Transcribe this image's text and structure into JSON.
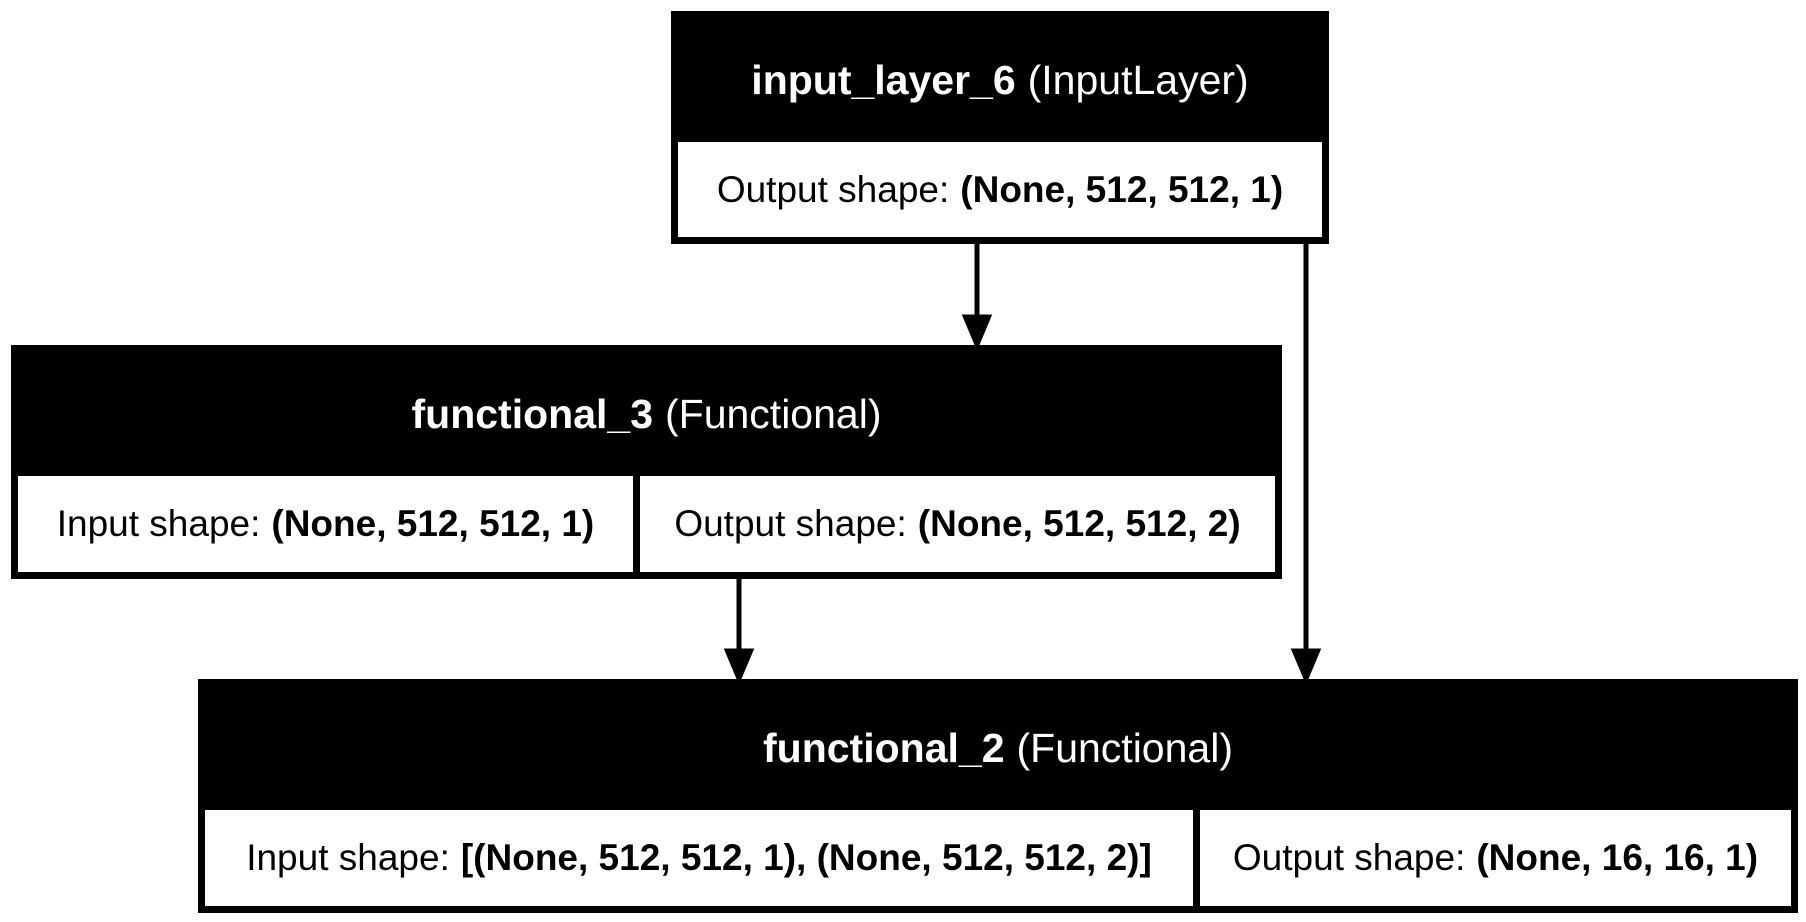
{
  "nodes": {
    "input_layer": {
      "name": "input_layer_6",
      "type": "(InputLayer)",
      "output_label": "Output shape:",
      "output_shape": "(None, 512, 512, 1)"
    },
    "functional_3": {
      "name": "functional_3",
      "type": "(Functional)",
      "input_label": "Input shape:",
      "input_shape": "(None, 512, 512, 1)",
      "output_label": "Output shape:",
      "output_shape": "(None, 512, 512, 2)"
    },
    "functional_2": {
      "name": "functional_2",
      "type": "(Functional)",
      "input_label": "Input shape:",
      "input_shape": "[(None, 512, 512, 1), (None, 512, 512, 2)]",
      "output_label": "Output shape:",
      "output_shape": "(None, 16, 16, 1)"
    }
  },
  "edges": [
    {
      "from": "input_layer_6",
      "to": "functional_3"
    },
    {
      "from": "input_layer_6",
      "to": "functional_2"
    },
    {
      "from": "functional_3",
      "to": "functional_2"
    }
  ],
  "colors": {
    "header_bg": "#000000",
    "header_text": "#ffffff",
    "cell_bg": "#ffffff",
    "border": "#000000"
  }
}
